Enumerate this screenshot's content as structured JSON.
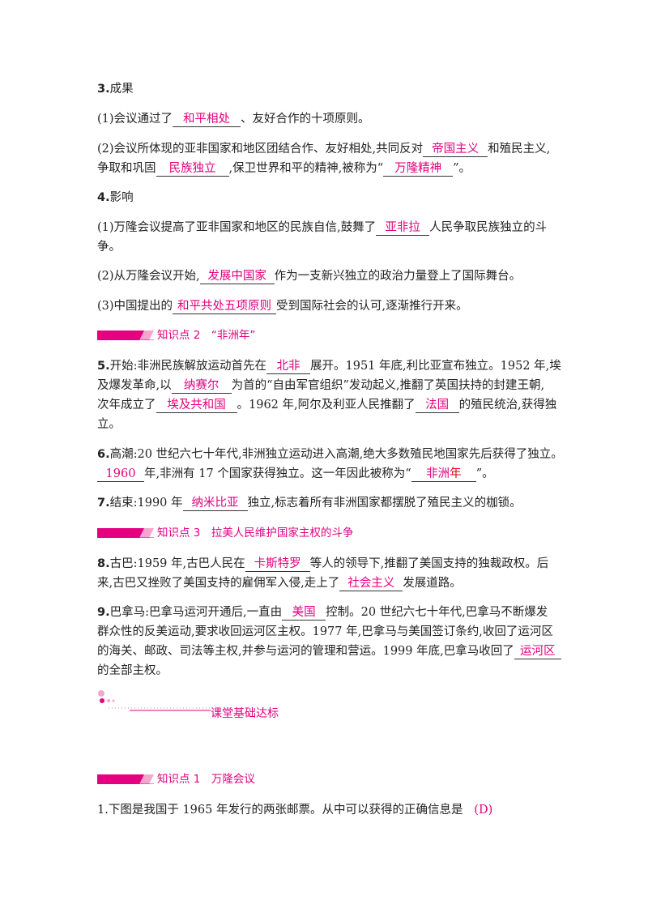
{
  "s3": {
    "num": "3.",
    "title": "成果",
    "p1": {
      "pre": "(1)会议通过了",
      "blank": "和平相处",
      "post": "、友好合作的十项原则。"
    },
    "p2": {
      "l1_pre": "(2)会议所体现的亚非国家和地区团结合作、友好相处,共同反对",
      "l1_blank": "帝国主义",
      "l1_post": "和殖民主义,",
      "l2_pre": "争取和巩固",
      "l2_blank": "民族独立",
      "l2_mid": ",保卫世界和平的精神,被称为“",
      "l2_blank2": "万隆精神",
      "l2_post": "”。"
    }
  },
  "s4": {
    "num": "4.",
    "title": "影响",
    "p1": {
      "l1_pre": "(1)万隆会议提高了亚非国家和地区的民族自信,鼓舞了",
      "l1_blank": "亚非拉",
      "l1_post": "人民争取民族独立的斗",
      "l2": "争。"
    },
    "p2": {
      "pre": "(2)从万隆会议开始,",
      "blank": "发展中国家",
      "post": "作为一支新兴独立的政治力量登上了国际舞台。"
    },
    "p3": {
      "pre": "(3)中国提出的",
      "blank": "和平共处五项原则",
      "post": "受到国际社会的认可,逐渐推行开来。"
    }
  },
  "kp2": {
    "label": "知识点 2　“非洲年”"
  },
  "s5": {
    "num": "5.",
    "l1_pre": "开始:非洲民族解放运动首先在",
    "l1_blank": "北非",
    "l1_post": "展开。1951 年底,利比亚宣布独立。1952 年,埃",
    "l2_pre": "及爆发革命,以",
    "l2_blank": "纳赛尔",
    "l2_post": "为首的“自由军官组织”发动起义,推翻了英国扶持的封建王朝,",
    "l3_pre": "次年成立了",
    "l3_blank": "埃及共和国",
    "l3_mid": "。1962 年,阿尔及利亚人民推翻了",
    "l3_blank2": "法国",
    "l3_post": "的殖民统治,获得独",
    "l4": "立。"
  },
  "s6": {
    "num": "6.",
    "l1": "高潮:20 世纪六七十年代,非洲独立运动进入高潮,绝大多数殖民地国家先后获得了独立。",
    "l2_blank": "1960",
    "l2_mid": "年,非洲有 17 个国家获得独立。这一年因此被称为“",
    "l2_blank2_a": "非洲",
    "l2_blank2_b": "年",
    "l2_post": "”。"
  },
  "s7": {
    "num": "7.",
    "pre": "结束:1990 年",
    "blank": "纳米比亚",
    "post": "独立,标志着所有非洲国家都摆脱了殖民主义的枷锁。"
  },
  "kp3": {
    "label": "知识点 3　拉美人民维护国家主权的斗争"
  },
  "s8": {
    "num": "8.",
    "l1_pre": "古巴:1959 年,古巴人民在",
    "l1_blank": "卡斯特罗",
    "l1_post": "等人的领导下,推翻了美国支持的独裁政权。后",
    "l2_pre": "来,古巴又挫败了美国支持的雇佣军入侵,走上了",
    "l2_blank": "社会主义",
    "l2_post": "发展道路。"
  },
  "s9": {
    "num": "9.",
    "l1_pre": "巴拿马:巴拿马运河开通后,一直由",
    "l1_blank": "美国",
    "l1_post": "控制。20 世纪六七十年代,巴拿马不断爆发",
    "l2": "群众性的反美运动,要求收回运河区主权。1977 年,巴拿马与美国签订条约,收回了运河区",
    "l3_pre": "的海关、邮政、司法等主权,并参与运河的管理和营运。1999 年底,巴拿马收回了",
    "l3_blank": "运河区",
    "l4": "的全部主权。"
  },
  "section": {
    "title": "课堂基础达标"
  },
  "kp1": {
    "label": "知识点 1　万隆会议"
  },
  "q1": {
    "text": "1.下图是我国于 1965 年发行的两张邮票。从中可以获得的正确信息是",
    "answer": "(D)"
  },
  "colors": {
    "accent": "#e4007f",
    "accent_light": "#f5a6cf",
    "red": "#e60012"
  }
}
